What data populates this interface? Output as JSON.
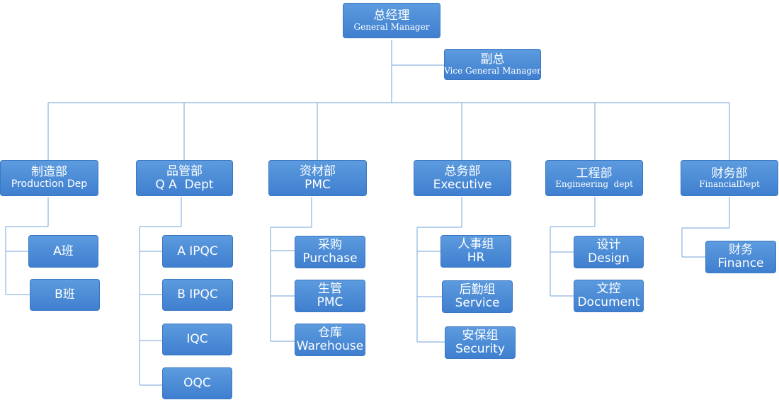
{
  "org": {
    "gm": {
      "cn": "总经理",
      "en": "General Manager"
    },
    "vgm": {
      "cn": "副总",
      "en": "Vice General Manager"
    },
    "departments": [
      {
        "cn": "制造部",
        "en": "Production Dep",
        "children": [
          {
            "label": "A班"
          },
          {
            "label": "B班"
          }
        ]
      },
      {
        "cn": "品管部",
        "en": "Q A  Dept",
        "children": [
          {
            "label": "A IPQC"
          },
          {
            "label": "B IPQC"
          },
          {
            "label": "IQC"
          },
          {
            "label": "OQC"
          }
        ]
      },
      {
        "cn": "资材部",
        "en": "PMC",
        "children": [
          {
            "cn": "采购",
            "en": "Purchase"
          },
          {
            "cn": "生管",
            "en": "PMC"
          },
          {
            "cn": "仓库",
            "en": "Warehouse"
          }
        ]
      },
      {
        "cn": "总务部",
        "en": "Executive",
        "children": [
          {
            "cn": "人事组",
            "en": "HR"
          },
          {
            "cn": "后勤组",
            "en": "Service"
          },
          {
            "cn": "安保组",
            "en": "Security"
          }
        ]
      },
      {
        "cn": "工程部",
        "en": "Engineering  dept",
        "children": [
          {
            "cn": "设计",
            "en": "Design"
          },
          {
            "cn": "文控",
            "en": "Document"
          }
        ]
      },
      {
        "cn": "财务部",
        "en": "FinancialDept",
        "children": [
          {
            "cn": "财务",
            "en": "Finance"
          }
        ]
      }
    ]
  }
}
